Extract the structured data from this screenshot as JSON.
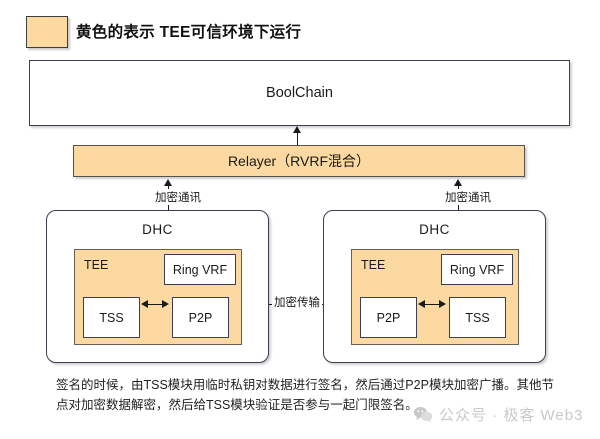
{
  "legend": {
    "swatch_color": "#FBD9A0",
    "text": "黄色的表示 TEE可信环境下运行"
  },
  "diagram": {
    "boolchain": {
      "label": "BoolChain"
    },
    "relayer": {
      "label": "Relayer（RVRF混合）"
    },
    "nodes": [
      {
        "title": "DHC",
        "tee_label": "TEE",
        "ring_vrf_label": "Ring VRF",
        "left_module_label": "TSS",
        "right_module_label": "P2P"
      },
      {
        "title": "DHC",
        "tee_label": "TEE",
        "ring_vrf_label": "Ring VRF",
        "left_module_label": "P2P",
        "right_module_label": "TSS"
      }
    ],
    "edges": {
      "encrypted_comm_left": "加密通讯",
      "encrypted_comm_right": "加密通讯",
      "encrypted_transfer": "加密传输"
    }
  },
  "caption": {
    "text": "签名的时候，由TSS模块用临时私钥对数据进行签名，然后通过P2P模块加密广播。其他节点对加密数据解密，然后给TSS模块验证是否参与一起门限签名。"
  },
  "watermark": {
    "text": "公众号 · 极客 Web3"
  }
}
